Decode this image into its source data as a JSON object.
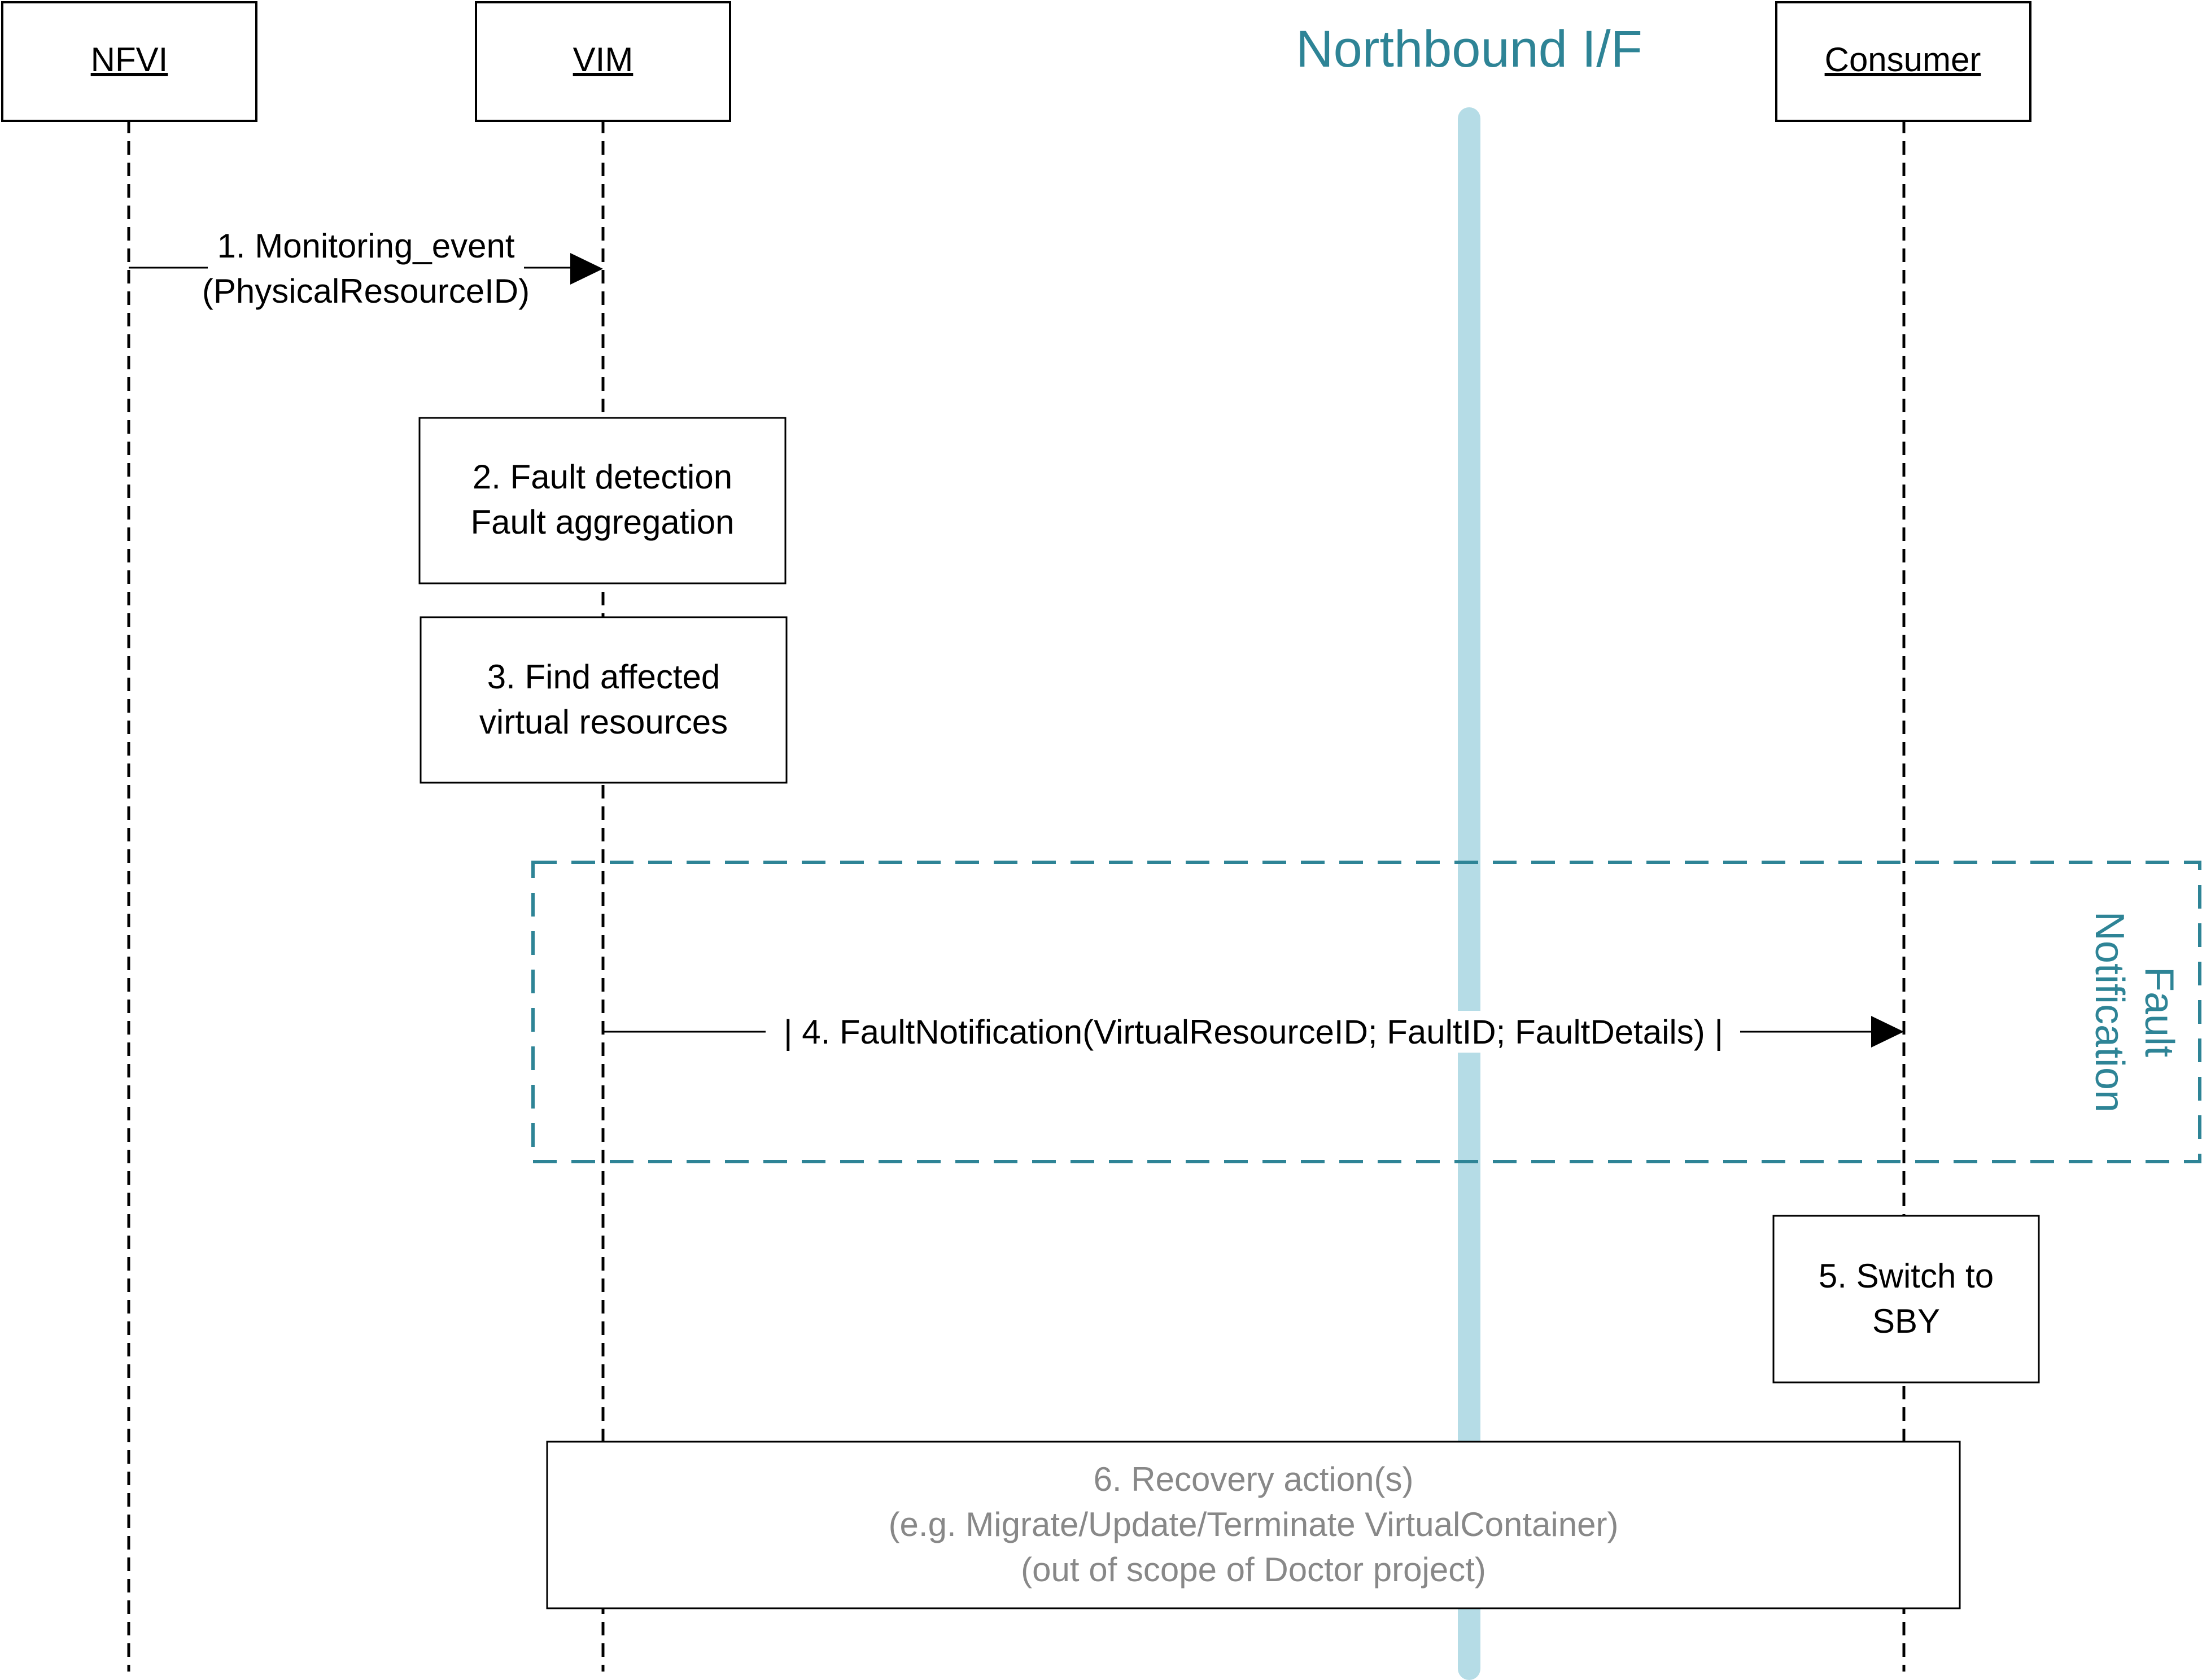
{
  "lifelines": {
    "nfvi": "NFVI",
    "vim": "VIM",
    "consumer": "Consumer"
  },
  "interface_label": "Northbound I/F",
  "messages": {
    "m1_line1": "1. Monitoring_event",
    "m1_line2": "(PhysicalResourceID)",
    "m4": "| 4. FaultNotification(VirtualResourceID; FaultID; FaultDetails) |"
  },
  "activities": {
    "a2_line1": "2. Fault detection",
    "a2_line2": "Fault aggregation",
    "a3_line1": "3. Find affected",
    "a3_line2": "virtual resources",
    "a5_line1": "5. Switch to",
    "a5_line2": "SBY",
    "a6_line1": "6. Recovery action(s)",
    "a6_line2": "(e.g. Migrate/Update/Terminate VirtualContainer)",
    "a6_line3": "(out of scope of Doctor project)"
  },
  "group_label": {
    "line1": "Fault",
    "line2": "Notification"
  },
  "colors": {
    "interface_bar": "#b5dce6",
    "teal": "#2e8496",
    "muted_text": "#888888",
    "line": "#000000"
  }
}
